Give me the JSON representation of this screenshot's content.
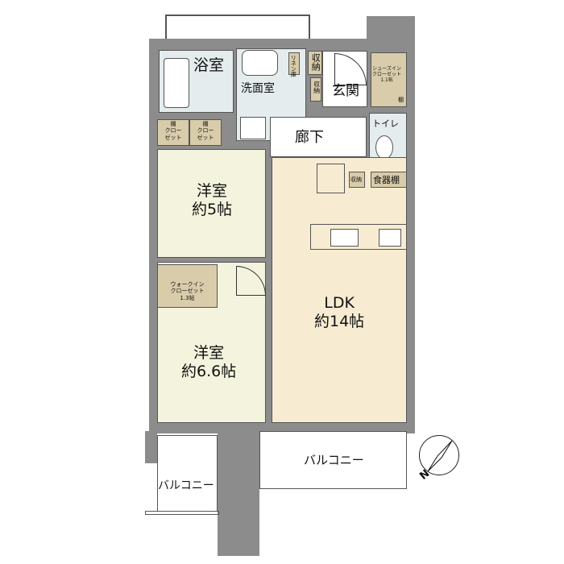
{
  "rooms": {
    "bath": "浴室",
    "washroom": "洗面室",
    "entrance": "玄関",
    "hallway": "廊下",
    "toilet": "トイレ",
    "linen": "リネン庫",
    "storage1": "収納",
    "storage2": "収納",
    "shoes_closet": {
      "line1": "シューズイン",
      "line2": "クローゼット",
      "line3": "1.1帖"
    },
    "shelf": "棚",
    "closet_a": {
      "shelf": "棚",
      "line1": "クロー",
      "line2": "ゼット"
    },
    "closet_b": {
      "shelf": "棚",
      "line1": "クロー",
      "line2": "ゼット"
    },
    "storage3": "収納",
    "cupboard": "食器棚",
    "western1": {
      "name": "洋室",
      "size": "約5帖"
    },
    "wic": {
      "line1": "ウォークイン",
      "line2": "クローゼット",
      "line3": "1.3帖"
    },
    "western2": {
      "name": "洋室",
      "size": "約6.6帖"
    },
    "ldk": {
      "name": "LDK",
      "size": "約14帖"
    },
    "balcony_right": "バルコニー",
    "balcony_left": "バルコニー"
  },
  "compass": {
    "label": "N"
  },
  "colors": {
    "wall": "#8c8c8c",
    "ldk": "#f7ecd2",
    "western": "#f4f4de",
    "closet": "#d9ccaa",
    "wet": "#e4ecee"
  }
}
